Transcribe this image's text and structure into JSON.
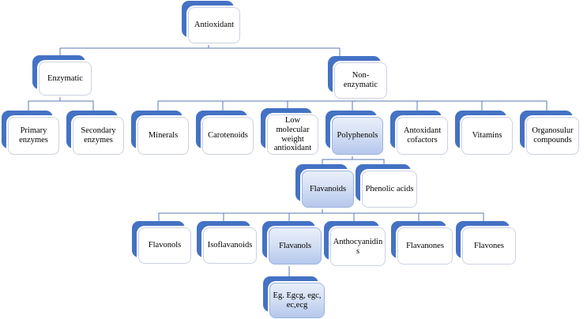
{
  "diagram": {
    "type": "hierarchy",
    "root_label": "Antioxidant",
    "nodes": [
      {
        "id": "antioxidant",
        "label": "Antioxidant",
        "parent": null,
        "highlight": false
      },
      {
        "id": "enzymatic",
        "label": "Enzymatic",
        "parent": "antioxidant",
        "highlight": false
      },
      {
        "id": "non_enzymatic",
        "label": "Non-enzymatic",
        "parent": "antioxidant",
        "highlight": false
      },
      {
        "id": "primary_enzymes",
        "label": "Primary enzymes",
        "parent": "enzymatic",
        "highlight": false
      },
      {
        "id": "secondary_enzymes",
        "label": "Secondary enzymes",
        "parent": "enzymatic",
        "highlight": false
      },
      {
        "id": "minerals",
        "label": "Minerals",
        "parent": "non_enzymatic",
        "highlight": false
      },
      {
        "id": "carotenoids",
        "label": "Carotenoids",
        "parent": "non_enzymatic",
        "highlight": false
      },
      {
        "id": "low_molecular",
        "label": "Low molecular weight antioxidant",
        "parent": "non_enzymatic",
        "highlight": false
      },
      {
        "id": "polyphenols",
        "label": "Polyphenols",
        "parent": "non_enzymatic",
        "highlight": true
      },
      {
        "id": "antoxidant_cofactors",
        "label": "Antoxidant cofactors",
        "parent": "non_enzymatic",
        "highlight": false
      },
      {
        "id": "vitamins",
        "label": "Vitamins",
        "parent": "non_enzymatic",
        "highlight": false
      },
      {
        "id": "organosulur",
        "label": "Organosulur compounds",
        "parent": "non_enzymatic",
        "highlight": false
      },
      {
        "id": "flavanoids",
        "label": "Flavanoids",
        "parent": "polyphenols",
        "highlight": true
      },
      {
        "id": "phenolic_acids",
        "label": "Phenolic acids",
        "parent": "polyphenols",
        "highlight": false
      },
      {
        "id": "flavonols",
        "label": "Flavonols",
        "parent": "flavanoids",
        "highlight": false
      },
      {
        "id": "isoflavanoids",
        "label": "Isoflavanoids",
        "parent": "flavanoids",
        "highlight": false
      },
      {
        "id": "flavanols",
        "label": "Flavanols",
        "parent": "flavanoids",
        "highlight": true
      },
      {
        "id": "anthocyanidins",
        "label": "Anthocyanidins",
        "parent": "flavanoids",
        "highlight": false
      },
      {
        "id": "flavanones",
        "label": "Flavanones",
        "parent": "flavanoids",
        "highlight": false
      },
      {
        "id": "flavones",
        "label": "Flavones",
        "parent": "flavanoids",
        "highlight": false
      },
      {
        "id": "eg_egcg",
        "label": "Eg. Egcg, egc, ec,ecg",
        "parent": "flavanols",
        "highlight": true
      }
    ]
  },
  "colors": {
    "background": "#ffffff",
    "node_shadow": "#4472C4",
    "node_border": "#cbd2df",
    "highlight_border": "#9db3dd",
    "highlight_top": "#e9effa",
    "highlight_bottom": "#b5c7ec",
    "connector": "#5b7ab6",
    "text": "#000000"
  }
}
